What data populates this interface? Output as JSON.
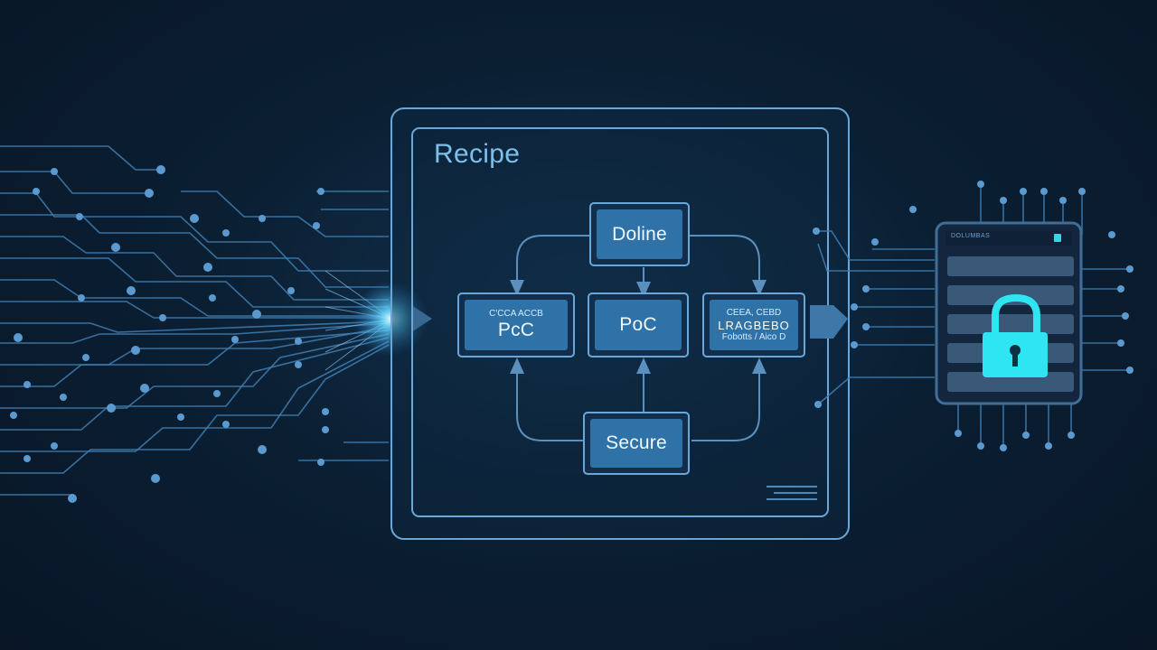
{
  "diagram": {
    "title": "Recipe",
    "nodes": {
      "top": "Doline",
      "left": "PcC",
      "left_caption": "C'CCA  ACCB",
      "center": "PoC",
      "right_line1": "CEEA,   CEBD",
      "right_line2": "LRAGBEBO",
      "right_line3": "Fobotts / Aico D",
      "bottom": "Secure"
    },
    "server_header": "DOLUMBAS"
  },
  "colors": {
    "background": "#0b1f33",
    "frame": "#6aa7d8",
    "node_fill": "#2f72a8",
    "accent_glow": "#66d8ff",
    "lock": "#2ee6f2"
  }
}
